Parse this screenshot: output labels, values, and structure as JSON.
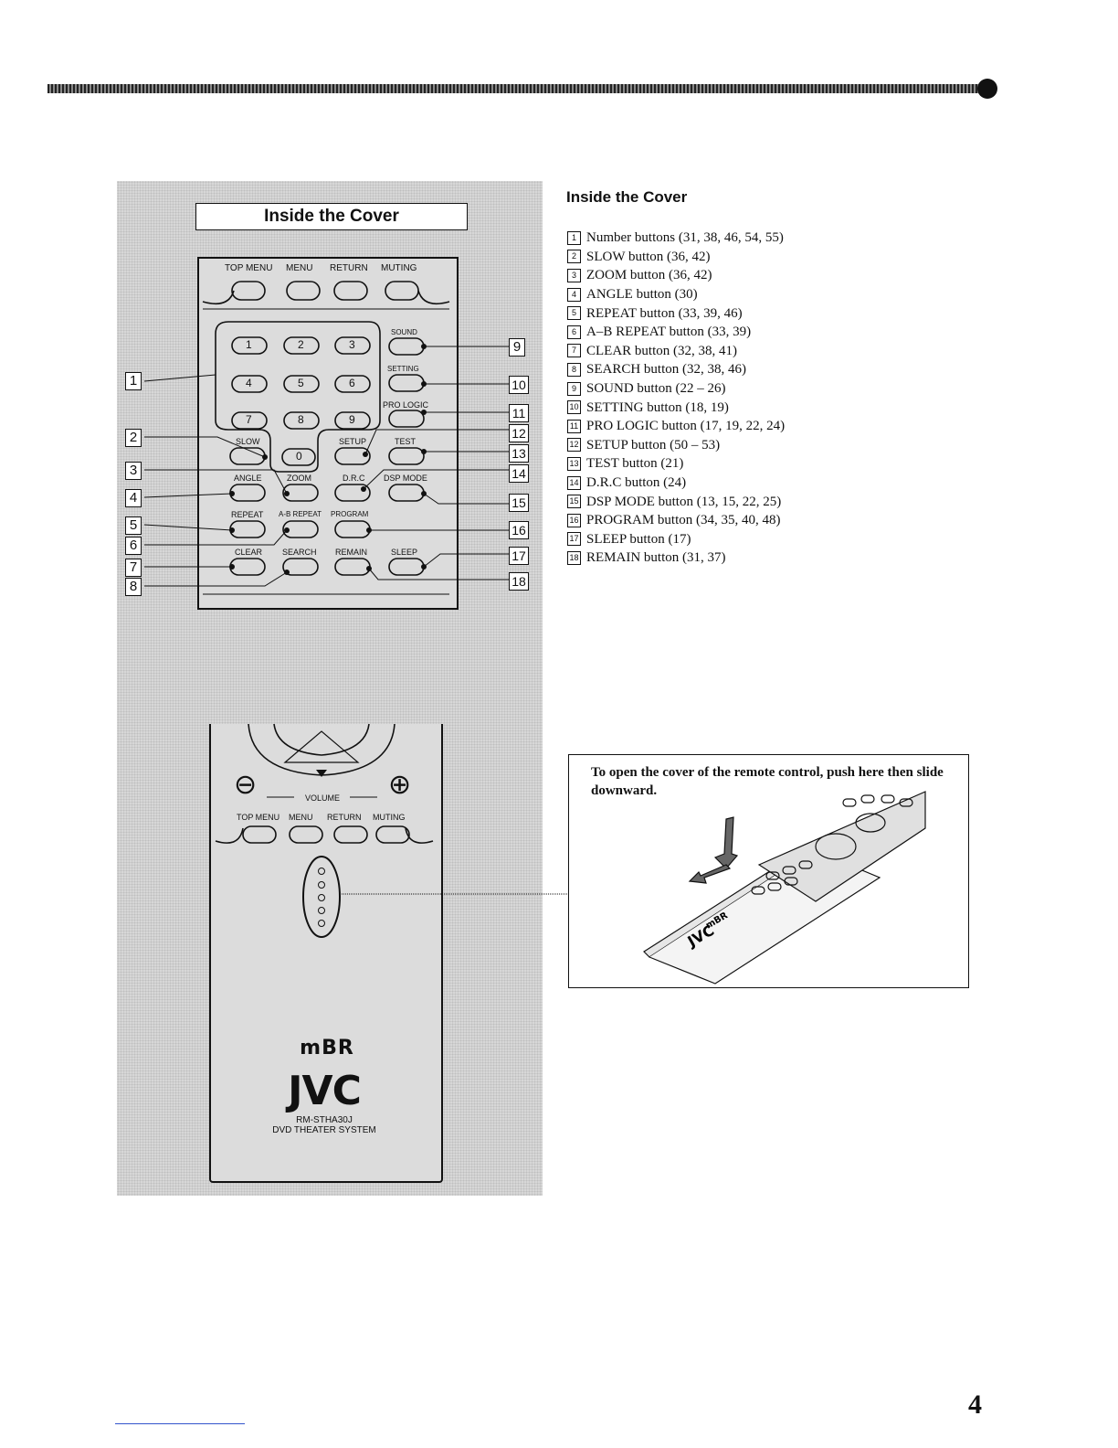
{
  "cover_box_title": "Inside the Cover",
  "remote_top": {
    "top_labels": [
      "TOP MENU",
      "MENU",
      "RETURN",
      "MUTING"
    ],
    "number_keys": [
      "1",
      "2",
      "3",
      "4",
      "5",
      "6",
      "7",
      "8",
      "9",
      "0"
    ],
    "sound_label": "SOUND",
    "setting_label": "SETTING",
    "pro_logic_label": "PRO LOGIC",
    "slow_label": "SLOW",
    "setup_label": "SETUP",
    "test_label": "TEST",
    "angle_label": "ANGLE",
    "zoom_label": "ZOOM",
    "drc_label": "D.R.C",
    "dsp_mode_label": "DSP MODE",
    "repeat_label": "REPEAT",
    "ab_repeat_label": "A-B REPEAT",
    "program_label": "PROGRAM",
    "clear_label": "CLEAR",
    "search_label": "SEARCH",
    "remain_label": "REMAIN",
    "sleep_label": "SLEEP"
  },
  "left_callouts": [
    "1",
    "2",
    "3",
    "4",
    "5",
    "6",
    "7",
    "8"
  ],
  "right_callouts": [
    "9",
    "10",
    "11",
    "12",
    "13",
    "14",
    "15",
    "16",
    "17",
    "18"
  ],
  "remote_bottom": {
    "volume_label": "VOLUME",
    "minus": "⊖",
    "plus": "⊕",
    "top_labels": [
      "TOP MENU",
      "MENU",
      "RETURN",
      "MUTING"
    ],
    "brand_mbr": "mBR",
    "brand_jvc": "JVC",
    "model": "RM-STHA30J",
    "model_desc": "DVD THEATER SYSTEM"
  },
  "heading": "Inside the Cover",
  "items": [
    {
      "n": "1",
      "text": "Number buttons (31, 38, 46, 54, 55)"
    },
    {
      "n": "2",
      "text": "SLOW button (36, 42)"
    },
    {
      "n": "3",
      "text": "ZOOM button (36, 42)"
    },
    {
      "n": "4",
      "text": "ANGLE button (30)"
    },
    {
      "n": "5",
      "text": "REPEAT button (33, 39, 46)"
    },
    {
      "n": "6",
      "text": "A–B REPEAT button (33, 39)"
    },
    {
      "n": "7",
      "text": "CLEAR button (32, 38, 41)"
    },
    {
      "n": "8",
      "text": "SEARCH button (32, 38, 46)"
    },
    {
      "n": "9",
      "text": "SOUND button (22 – 26)"
    },
    {
      "n": "10",
      "text": "SETTING button (18, 19)"
    },
    {
      "n": "11",
      "text": "PRO LOGIC button  (17, 19, 22, 24)"
    },
    {
      "n": "12",
      "text": "SETUP button (50 – 53)"
    },
    {
      "n": "13",
      "text": "TEST button (21)"
    },
    {
      "n": "14",
      "text": "D.R.C button (24)"
    },
    {
      "n": "15",
      "text": "DSP MODE button  (13, 15, 22, 25)"
    },
    {
      "n": "16",
      "text": "PROGRAM button  (34, 35, 40, 48)"
    },
    {
      "n": "17",
      "text": "SLEEP button (17)"
    },
    {
      "n": "18",
      "text": "REMAIN button (31, 37)"
    }
  ],
  "callout_text": "To open the cover of the remote control, push here then slide downward.",
  "mini_remote_brand_mbr": "mBR",
  "mini_remote_brand_jvc": "JVC",
  "page_number": "4"
}
